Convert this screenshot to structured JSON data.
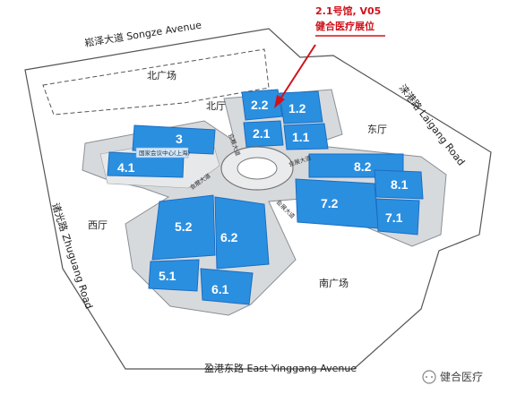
{
  "roads": {
    "north": "崧泽大道 Songze Avenue",
    "east": "涞港路 Laigang Road",
    "west": "诸光路 Zhuguang Road",
    "south": "盈港东路 East Yinggang Avenue"
  },
  "areas": {
    "north_plaza": "北广场",
    "south_plaza": "南广场",
    "north_hall": "北厅",
    "east_hall": "东厅",
    "west_hall": "西厅"
  },
  "halls": {
    "h22": "2.2",
    "h12": "1.2",
    "h21": "2.1",
    "h11": "1.1",
    "h3": "3",
    "h41": "4.1",
    "h82": "8.2",
    "h81": "8.1",
    "h72": "7.2",
    "h71": "7.1",
    "h52": "5.2",
    "h62": "6.2",
    "h51": "5.1",
    "h61": "6.1"
  },
  "corridor_labels": {
    "ne": "会展大道",
    "east": "会展大道",
    "south": "会展大道",
    "west": "会展大道",
    "center": "国家会议中心(上海)"
  },
  "callout": {
    "line1": "2.1号馆, V05",
    "line2": "健合医疗展位",
    "color": "#d0121b"
  },
  "watermark": "健合医疗",
  "colors": {
    "hall_blue": "#2b8fe0",
    "hall_dark": "#1a6ec2",
    "building_gray": "#d7dadd",
    "site_outline": "#444444",
    "highlight": "#d0121b"
  }
}
